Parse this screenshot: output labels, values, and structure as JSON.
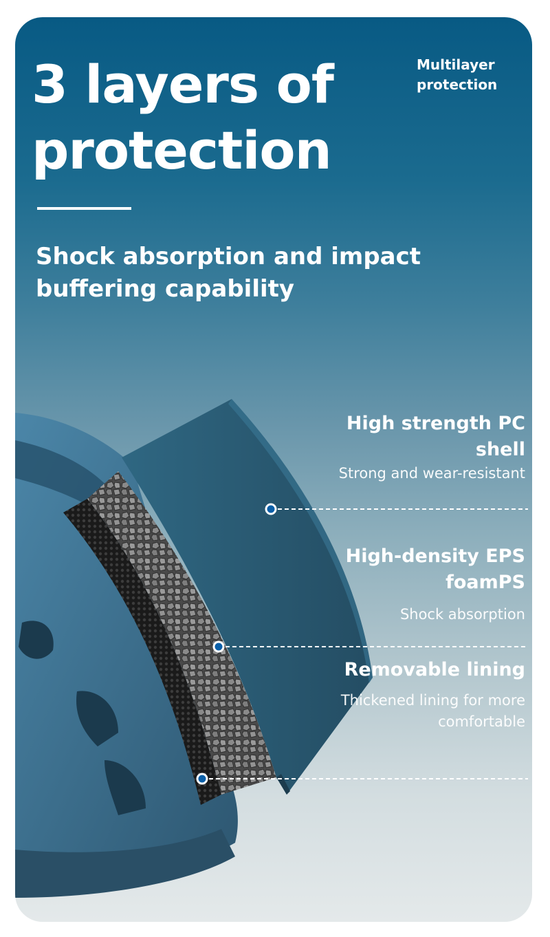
{
  "header": {
    "title": "3 layers of protection",
    "corner_label": "Multilayer protection",
    "subtitle": "Shock absorption and impact buffering capability"
  },
  "layers": [
    {
      "title": "High strength PC shell",
      "desc": "Strong and wear-resistant"
    },
    {
      "title": "High-density EPS foamPS",
      "desc": "Shock absorption"
    },
    {
      "title": "Removable lining",
      "desc": "Thickened lining for more comfortable"
    }
  ],
  "colors": {
    "shell": "#2b5a73",
    "helmet": "#3a6f8f",
    "marker": "#0a5fa8",
    "text": "#ffffff"
  }
}
